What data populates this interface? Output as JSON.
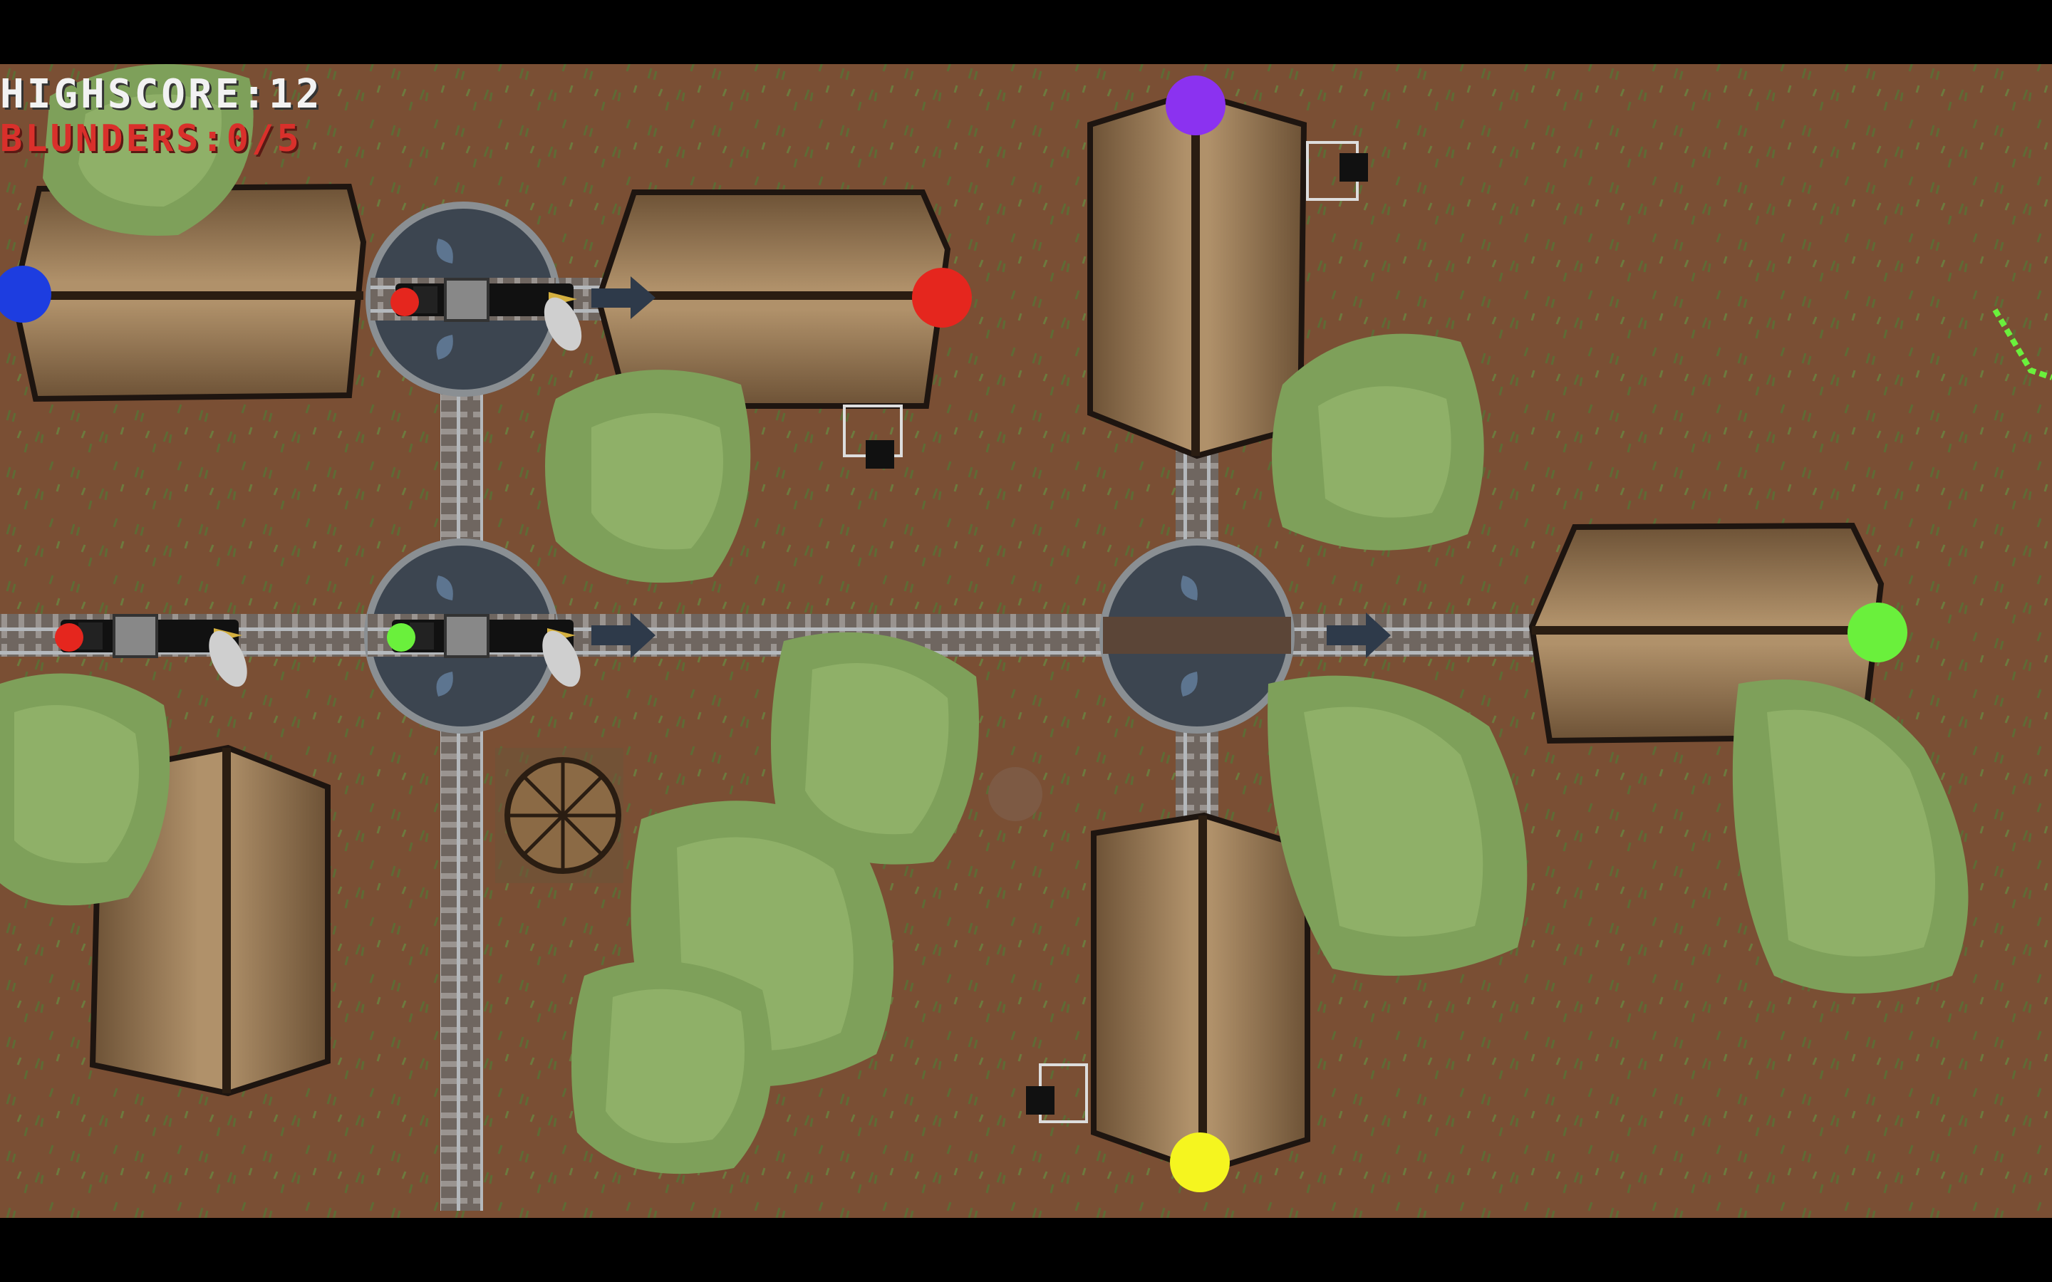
{
  "hud": {
    "highscore_label": "HIGHSCORE:",
    "highscore_value": "12",
    "blunders_label": "BLUNDERS:",
    "blunders_value": "0/5"
  },
  "colors": {
    "ground": "#7a4f34",
    "grass_blade": "#5e6b35",
    "tree_outer": "#7ea05a",
    "tree_inner": "#8fb068",
    "roof_light": "#a98a62",
    "roof_dark": "#6d5236",
    "rail": "#8a8f93",
    "turntable": "#3c4550",
    "arrow": "#2e3a4a",
    "station_blue": "#1d3de0",
    "station_red": "#e5261e",
    "station_purple": "#8b32f0",
    "station_green": "#6af03c",
    "station_yellow": "#f5f51f",
    "letterbox": "#000000"
  },
  "stations": [
    {
      "name": "blue-station",
      "color": "#1d3de0"
    },
    {
      "name": "red-station",
      "color": "#e5261e"
    },
    {
      "name": "purple-station",
      "color": "#8b32f0"
    },
    {
      "name": "green-station",
      "color": "#6af03c"
    },
    {
      "name": "yellow-station",
      "color": "#f5f51f"
    }
  ],
  "trains": [
    {
      "name": "train-red-top",
      "marker": "#e5261e"
    },
    {
      "name": "train-red-left",
      "marker": "#e5261e"
    },
    {
      "name": "train-green-center",
      "marker": "#6af03c"
    }
  ],
  "turntables": [
    "turntable-top-left",
    "turntable-center-left",
    "turntable-center-right"
  ],
  "direction_arrows": [
    "arrow-right-icon",
    "arrow-right-icon",
    "arrow-right-icon"
  ]
}
